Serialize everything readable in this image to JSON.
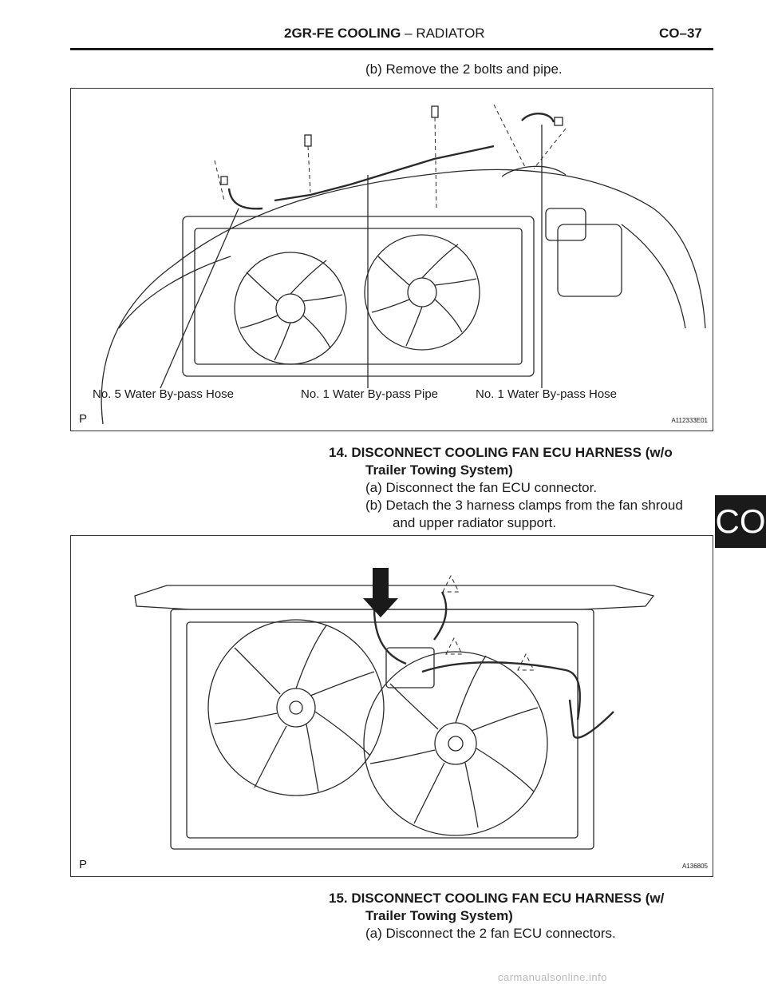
{
  "header": {
    "section_bold": "2GR-FE COOLING",
    "section_rest": "–  RADIATOR",
    "page_number": "CO–37"
  },
  "step_b_top": "(b)    Remove the 2 bolts and pipe.",
  "figure1": {
    "callouts": [
      "No. 5 Water By-pass Hose",
      "No. 1 Water By-pass Pipe",
      "No. 1 Water By-pass Hose"
    ],
    "corner_label": "P",
    "figure_id": "A112333E01"
  },
  "step14": {
    "heading_line1": "14.  DISCONNECT COOLING FAN ECU HARNESS (w/o",
    "heading_line2": "Trailer Towing System)",
    "sub_a": "(a)    Disconnect the fan ECU connector.",
    "sub_b_line1": "(b)    Detach the 3 harness clamps from the fan shroud",
    "sub_b_line2": "and upper radiator support."
  },
  "figure2": {
    "corner_label": "P",
    "figure_id": "A136805"
  },
  "step15": {
    "heading_line1": "15.  DISCONNECT COOLING FAN ECU HARNESS (w/",
    "heading_line2": "Trailer Towing System)",
    "sub_a": "(a)    Disconnect the 2 fan ECU connectors."
  },
  "side_tab": "CO",
  "watermark": "carmanualsonline.info"
}
